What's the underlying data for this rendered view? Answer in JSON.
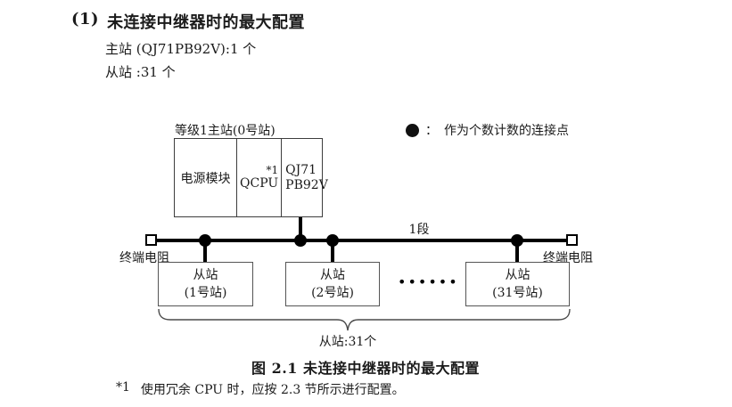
{
  "section": {
    "number": "(1)",
    "title": "未连接中继器时的最大配置",
    "master_line": "主站 (QJ71PB92V):1 个",
    "slave_line": "从站 :31 个"
  },
  "diagram": {
    "master_label": "等级1主站(0号站)",
    "master_module": {
      "power": "电源模块",
      "cpu": "QCPU",
      "cpu_note": "*1",
      "network_line1": "QJ71",
      "network_line2": "PB92V"
    },
    "legend": {
      "separator": "：",
      "text": "作为个数计数的连接点"
    },
    "segment_label": "1段",
    "terminator_left": "终端电阻",
    "terminator_right": "终端电阻",
    "slaves": [
      {
        "name": "从站",
        "station": "(1号站)"
      },
      {
        "name": "从站",
        "station": "(2号站)"
      },
      {
        "name": "从站",
        "station": "(31号站)"
      }
    ],
    "ellipsis": "••••••",
    "brace_label": "从站:31个"
  },
  "figure": {
    "caption": "图 2.1 未连接中继器时的最大配置"
  },
  "footnote": {
    "marker": "*1",
    "text": "使用冗余 CPU 时，应按 2.3 节所示进行配置。"
  },
  "colors": {
    "text": "#1b1b1b",
    "line": "#000000",
    "box_border": "#3d3d3d",
    "background": "#ffffff"
  }
}
